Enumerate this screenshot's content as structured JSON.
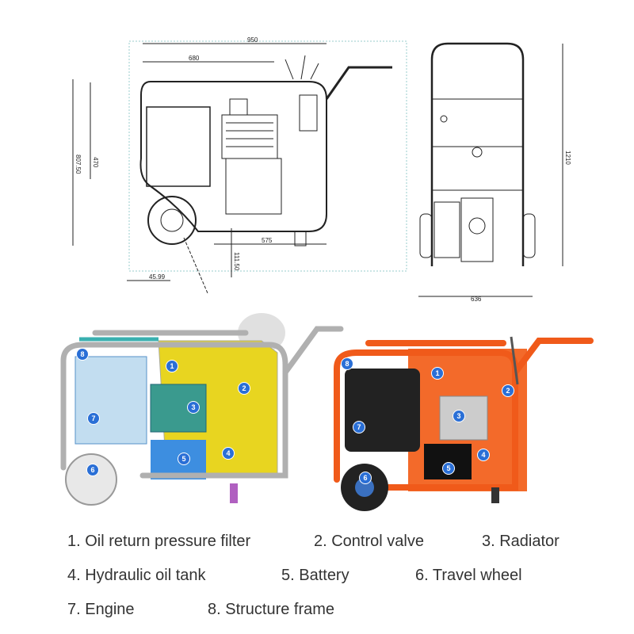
{
  "side_view": {
    "dims": {
      "overall_length": "950",
      "frame_length": "680",
      "frame_height": "470",
      "overall_height": "807.50",
      "ground_clearance": "111.50",
      "base_length": "575",
      "wheel_offset": "45.99"
    }
  },
  "front_view": {
    "dims": {
      "height": "1210",
      "width": "636"
    }
  },
  "callouts": [
    "1",
    "2",
    "3",
    "4",
    "5",
    "6",
    "7",
    "8"
  ],
  "legend": [
    "1. Oil return pressure filter",
    "2. Control valve",
    "3. Radiator",
    "4. Hydraulic oil tank",
    "5. Battery",
    "6. Travel wheel",
    "7. Engine",
    "8. Structure frame"
  ],
  "colors": {
    "callout": "#2a6fd6",
    "frame_orange": "#f05a1a",
    "tank_yellow": "#e8d520",
    "line": "#222222"
  }
}
